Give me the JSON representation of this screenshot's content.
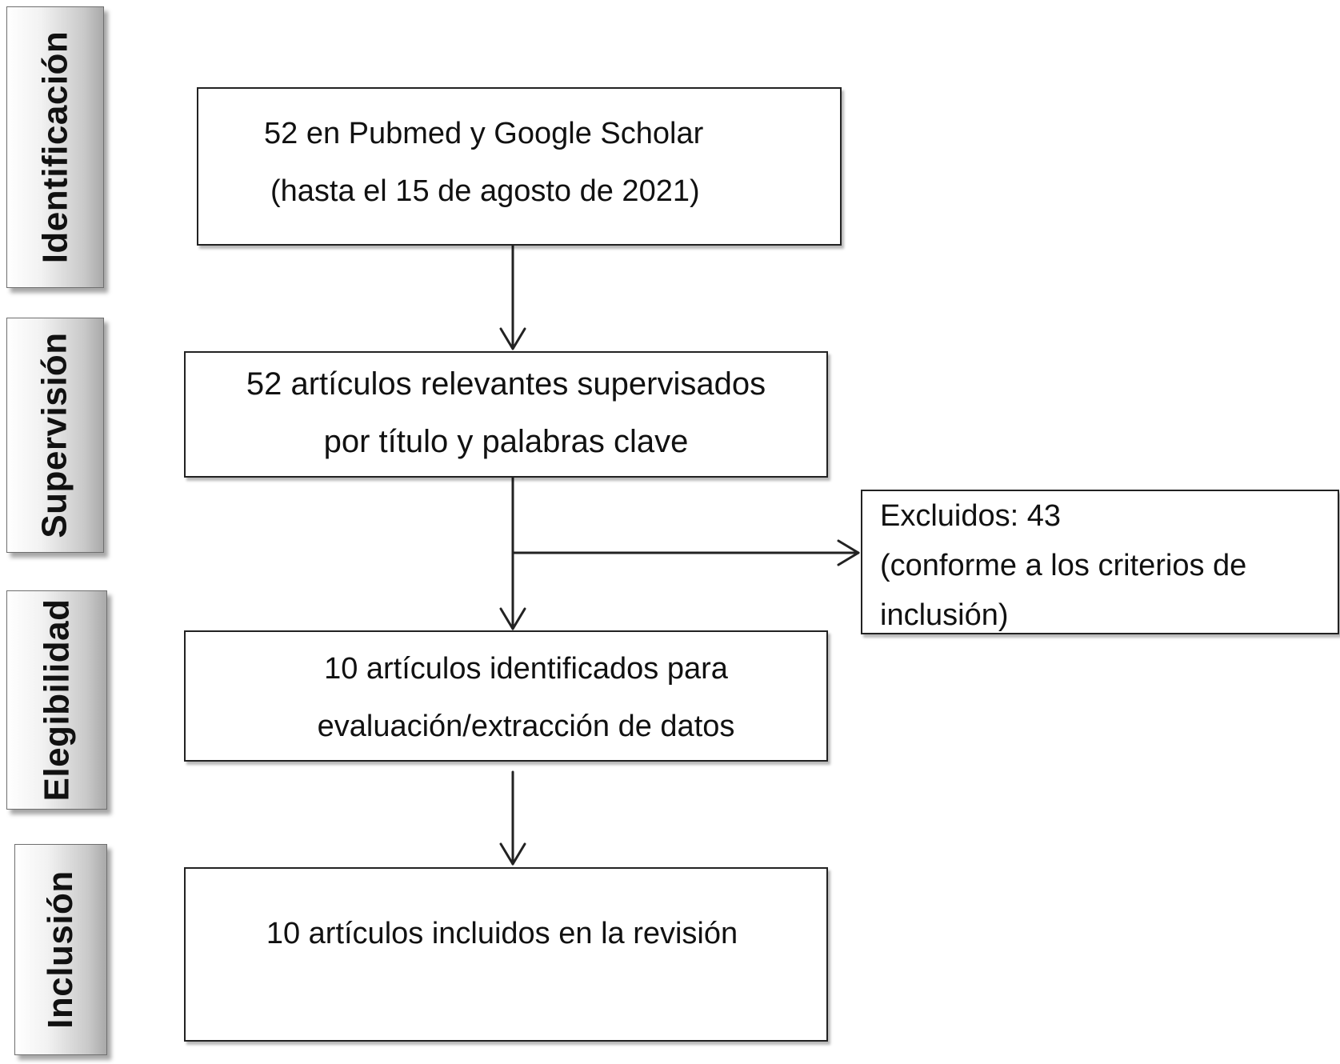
{
  "phases": {
    "identificacion": "Identificación",
    "supervision": "Supervisión",
    "elegibilidad": "Elegibilidad",
    "inclusion": "Inclusión"
  },
  "boxes": {
    "identification": {
      "line1": "52 en Pubmed y Google Scholar",
      "line2": "(hasta el 15 de agosto de 2021)"
    },
    "screening": {
      "line1": "52 artículos relevantes supervisados",
      "line2": "por título y palabras clave"
    },
    "excluded": {
      "line1": "Excluidos: 43",
      "line2": "(conforme a los criterios de",
      "line3": "inclusión)"
    },
    "eligibility": {
      "line1": "10 artículos identificados para",
      "line2": "evaluación/extracción de datos"
    },
    "included": {
      "line1": "10 artículos incluidos en la revisión"
    }
  },
  "colors": {
    "stroke": "#222222",
    "phase_gradient_dark": "#a9a9a9"
  }
}
